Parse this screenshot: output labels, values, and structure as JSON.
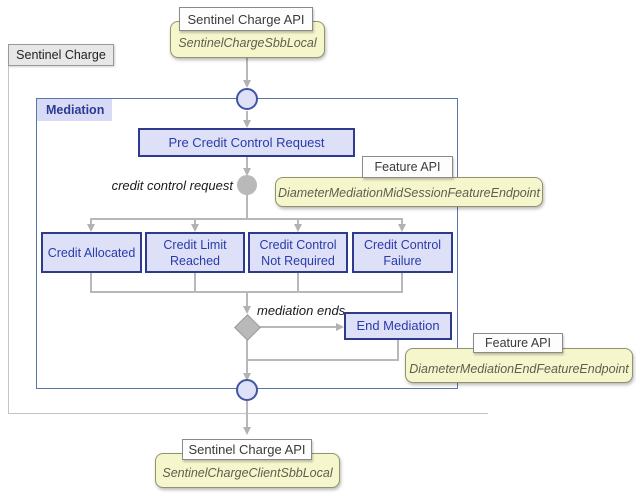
{
  "service": {
    "label": "Sentinel Charge"
  },
  "top_api": {
    "title": "Sentinel Charge API",
    "endpoint": "SentinelChargeSbbLocal"
  },
  "bottom_api": {
    "title": "Sentinel Charge API",
    "endpoint": "SentinelChargeClientSbbLocal"
  },
  "mediation": {
    "title": "Mediation",
    "pre_credit_box": "Pre Credit Control Request",
    "credit_annotation": "credit control request",
    "outcomes": [
      "Credit Allocated",
      "Credit Limit Reached",
      "Credit Control Not Required",
      "Credit Control Failure"
    ],
    "ends_annotation": "mediation ends",
    "end_box": "End Mediation"
  },
  "features": {
    "mid_session": {
      "title": "Feature API",
      "endpoint": "DiameterMediationMidSessionFeatureEndpoint"
    },
    "end": {
      "title": "Feature API",
      "endpoint": "DiameterMediationEndFeatureEndpoint"
    }
  },
  "colors": {
    "node_fill": "#dee0f8",
    "node_border": "#2d3a8e",
    "node_text": "#2a3baa",
    "mediation_border": "#5878ad",
    "callout_yellow": "#f6f6cc",
    "connector_gray": "#b8b8b8"
  }
}
